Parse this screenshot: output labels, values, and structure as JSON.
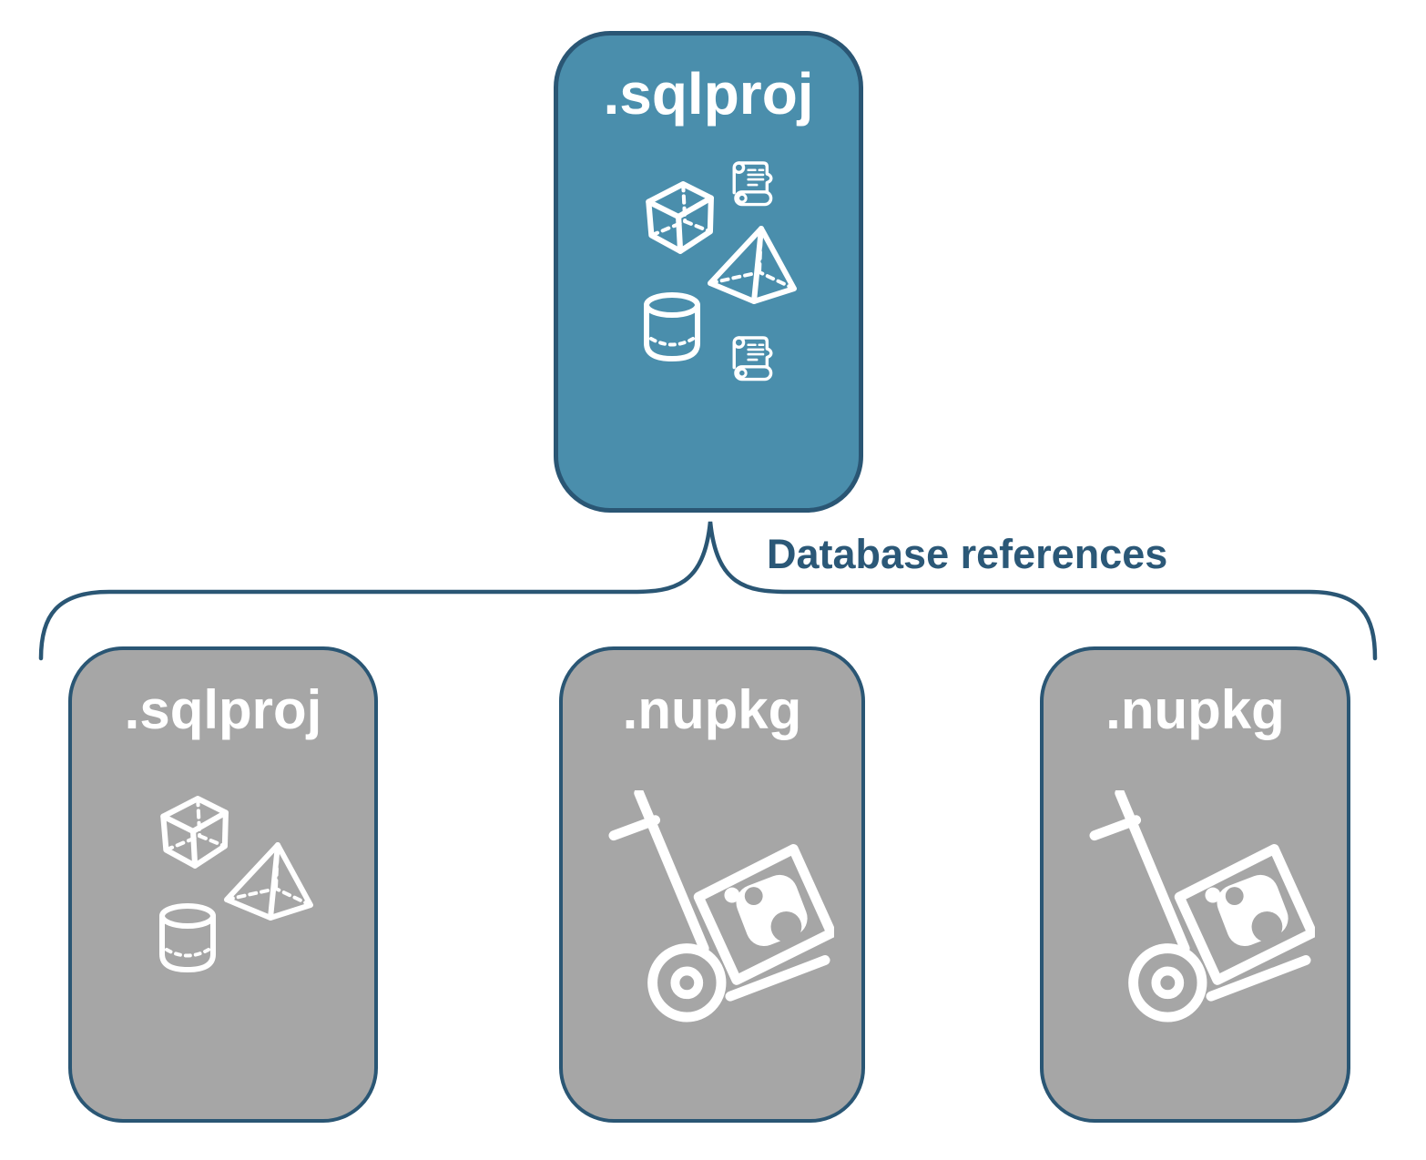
{
  "colors": {
    "background": "#ffffff",
    "root_fill": "#4a8eac",
    "child_fill": "#a6a6a6",
    "outline": "#2a5674",
    "connector": "#2a5674",
    "label_text": "#2b5877",
    "icon_stroke": "#ffffff"
  },
  "root_node": {
    "label": ".sqlproj",
    "icons": [
      "scroll-icon",
      "cube-icon",
      "pyramid-icon",
      "cylinder-icon",
      "scroll-icon"
    ]
  },
  "connector": {
    "label": "Database references"
  },
  "child_nodes": [
    {
      "label": ".sqlproj",
      "icons": [
        "cube-icon",
        "pyramid-icon",
        "cylinder-icon"
      ]
    },
    {
      "label": ".nupkg",
      "icons": [
        "package-dolly-icon"
      ]
    },
    {
      "label": ".nupkg",
      "icons": [
        "package-dolly-icon"
      ]
    }
  ]
}
